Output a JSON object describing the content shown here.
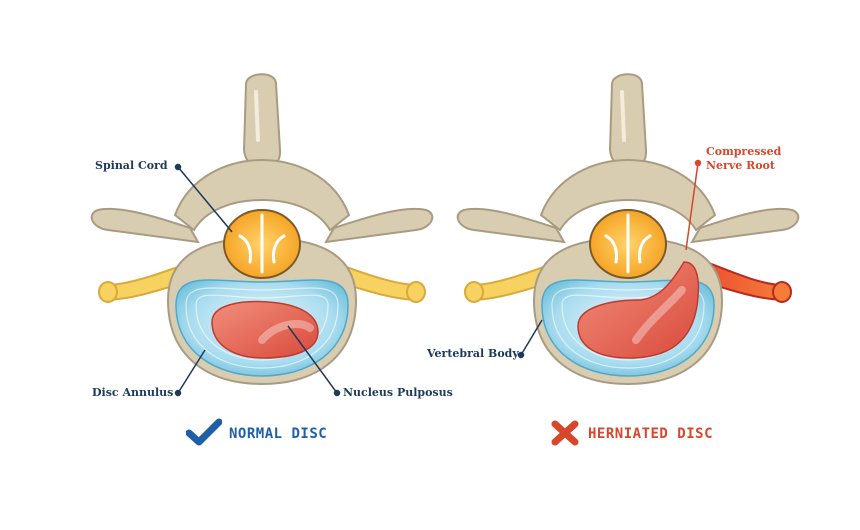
{
  "labels": {
    "spinal_cord": "Spinal Cord",
    "disc_annulus": "Disc Annulus",
    "nucleus_pulposus": "Nucleus Pulposus",
    "vertebral_body": "Vertebral Body",
    "compressed_nerve_root_line1": "Compressed",
    "compressed_nerve_root_line2": "Nerve Root"
  },
  "captions": {
    "normal": "NORMAL DISC",
    "herniated": "HERNIATED DISC"
  },
  "icons": {
    "normal": "checkmark-icon",
    "herniated": "cross-icon"
  },
  "colors": {
    "bone": "#d9cdb1",
    "bone_dark": "#a89b82",
    "nerve": "#f7d261",
    "cord": "#f5a623",
    "disc_blue": "#a9dcef",
    "nucleus": "#ec6f5e",
    "label_text": "#1d3a5a",
    "accent_red": "#d8462c",
    "accent_blue": "#1f5fa8"
  }
}
